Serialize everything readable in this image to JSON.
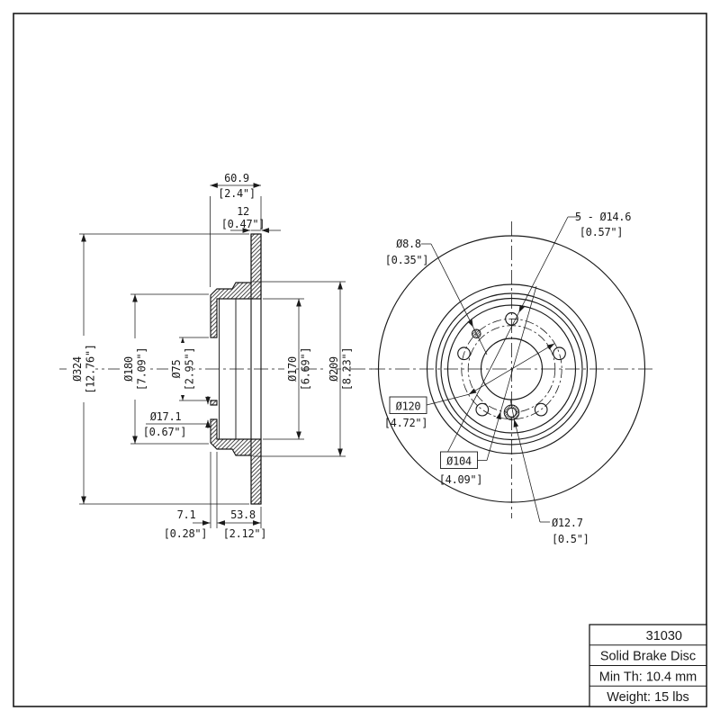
{
  "drawing": {
    "background": "#ffffff",
    "line_color": "#1a1a1a"
  },
  "section_view": {
    "width_total": {
      "mm": "60.9",
      "inch": "[2.4\"]"
    },
    "disc_thickness": {
      "mm": "12",
      "inch": "[0.47\"]"
    },
    "outer_diameter": {
      "mm": "Ø324",
      "inch": "[12.76\"]"
    },
    "hat_diameter": {
      "mm": "Ø180",
      "inch": "[7.09\"]"
    },
    "center_bore": {
      "mm": "Ø75",
      "inch": "[2.95\"]"
    },
    "lug_hole": {
      "mm": "Ø17.1",
      "inch": "[0.67\"]"
    },
    "inner_diameter_1": {
      "mm": "Ø170",
      "inch": "[6.69\"]"
    },
    "inner_diameter_2": {
      "mm": "Ø209",
      "inch": "[8.23\"]"
    },
    "hat_face_thickness": {
      "mm": "7.1",
      "inch": "[0.28\"]"
    },
    "hat_depth": {
      "mm": "53.8",
      "inch": "[2.12\"]"
    }
  },
  "front_view": {
    "screw_hole": {
      "mm": "Ø8.8",
      "inch": "[0.35\"]"
    },
    "bolt_holes": {
      "mm": "5 - Ø14.6",
      "inch": "[0.57\"]"
    },
    "bolt_circle": {
      "mm": "Ø120",
      "inch": "[4.72\"]"
    },
    "pin_circle": {
      "mm": "Ø104",
      "inch": "[4.09\"]"
    },
    "pin_hole": {
      "mm": "Ø12.7",
      "inch": "[0.5\"]"
    }
  },
  "title_block": {
    "part_number": "31030",
    "product_type": "Solid Brake Disc",
    "min_thickness": "Min Th: 10.4 mm",
    "weight": "Weight: 15 lbs"
  }
}
